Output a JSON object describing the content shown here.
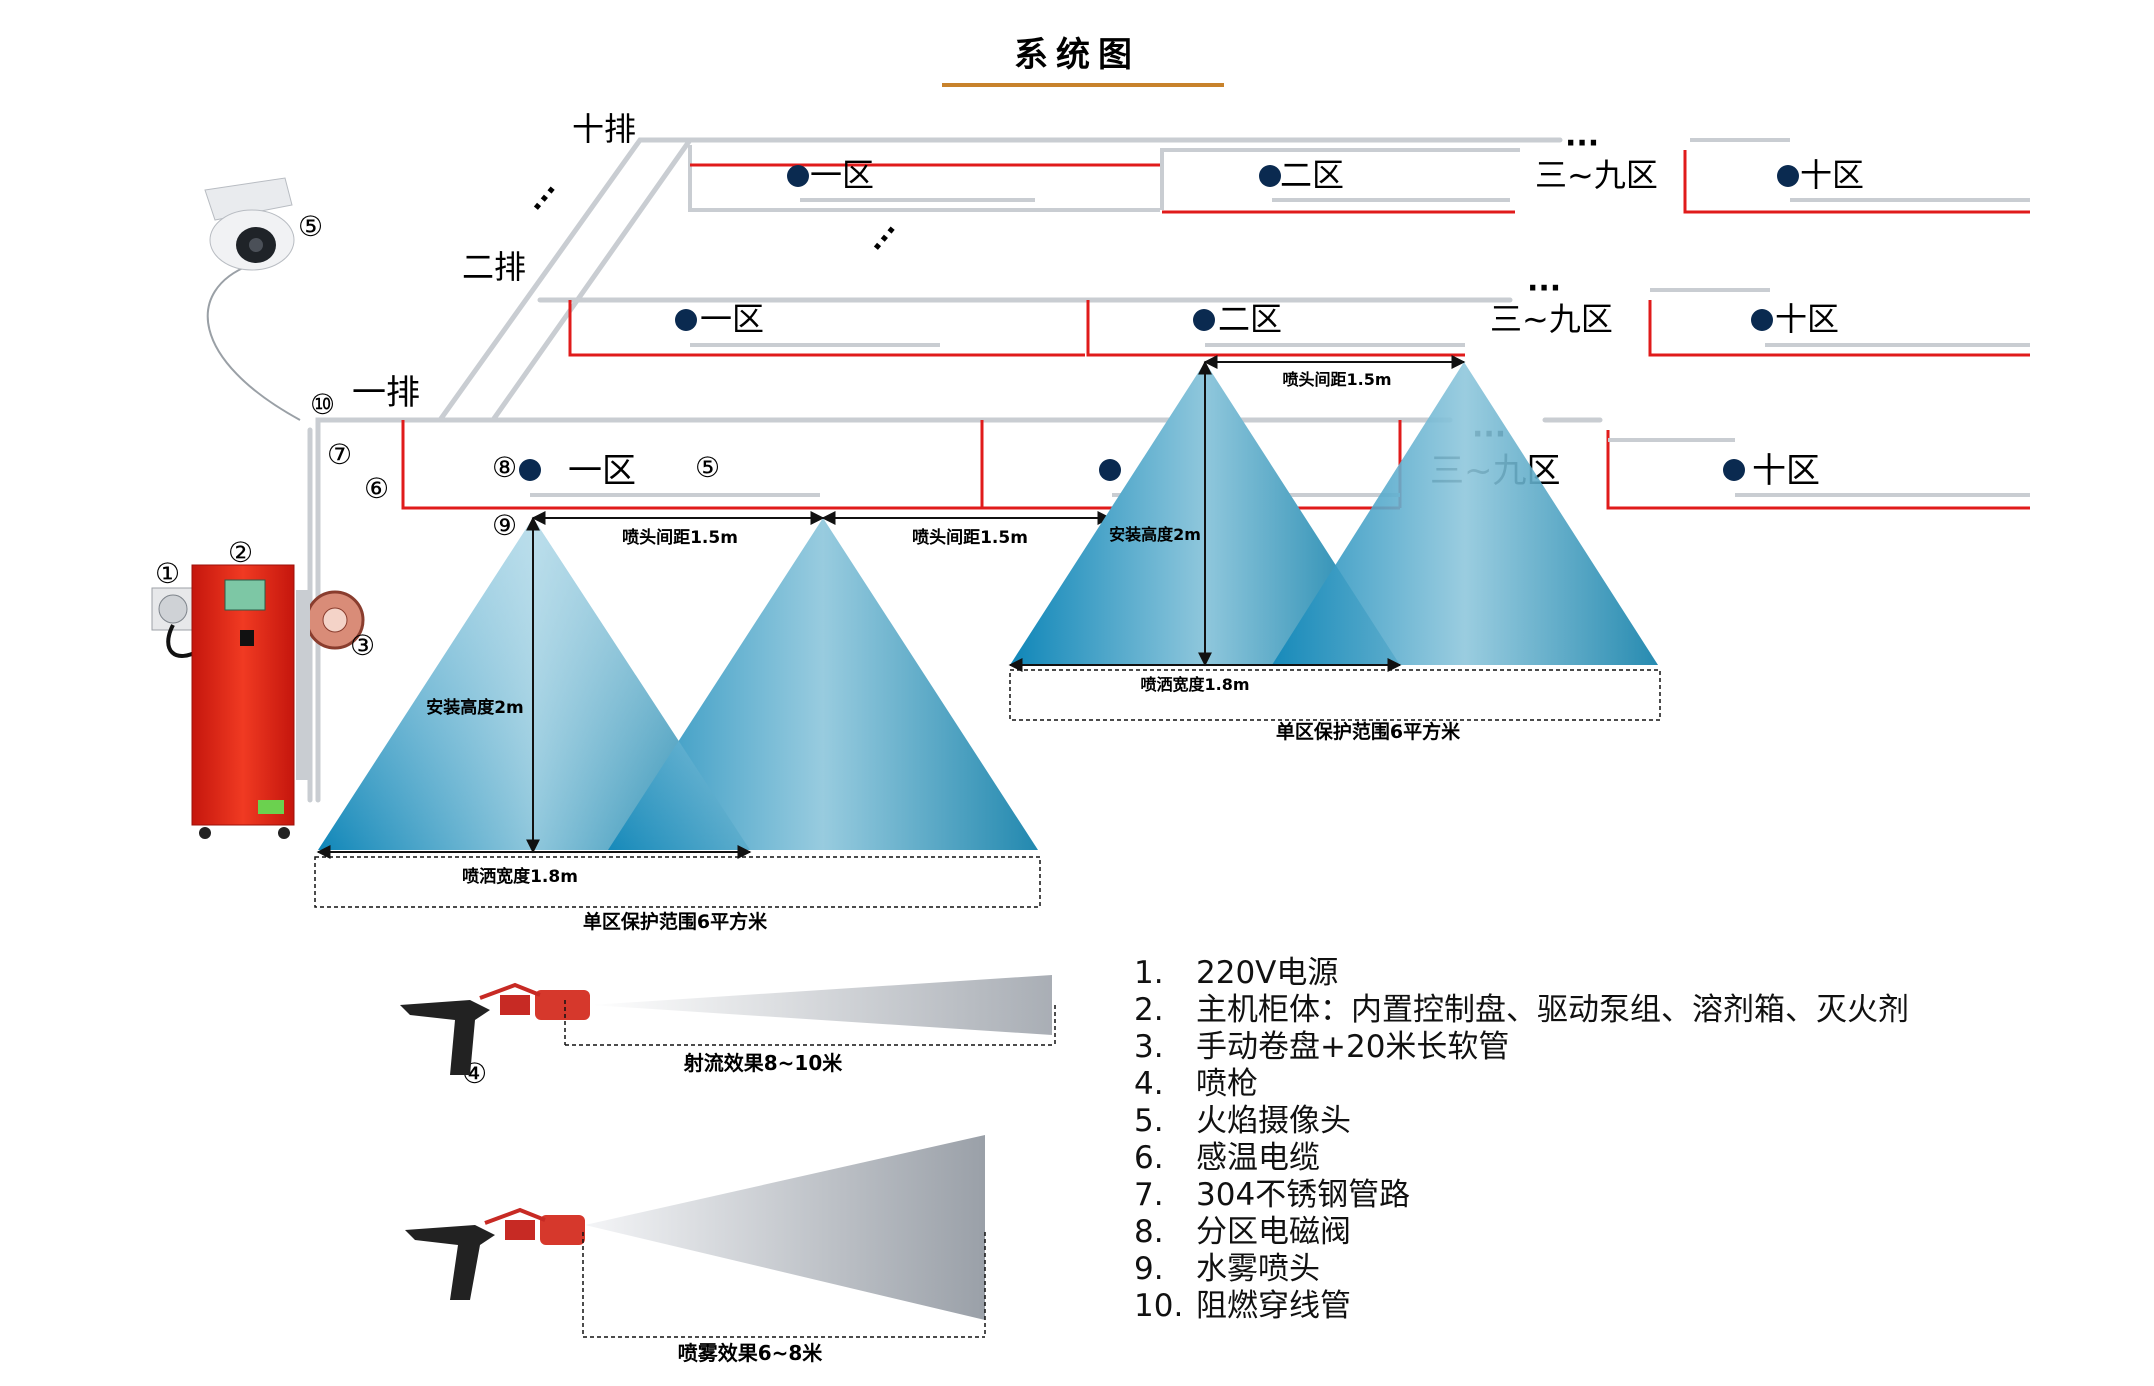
{
  "title": "系统图",
  "colors": {
    "accent_underline": "#c8822b",
    "sensor_cable": "#e01b1b",
    "pipe": "#c9cdd2",
    "cabinet": "#e8281c",
    "spray_cone": "#1689b8"
  },
  "rows": {
    "row1": "一排",
    "row2": "二排",
    "row10": "十排",
    "ellipsis": "···"
  },
  "zones": {
    "z1": "一区",
    "z2": "二区",
    "z3_9": "三~九区",
    "z10": "十区"
  },
  "markers": {
    "m1": "①",
    "m2": "②",
    "m3": "③",
    "m4": "④",
    "m5": "⑤",
    "m6": "⑥",
    "m7": "⑦",
    "m8": "⑧",
    "m9": "⑨",
    "m10": "⑩"
  },
  "dimensions": {
    "nozzle_spacing": "喷头间距1.5m",
    "install_height": "安装高度2m",
    "spray_width": "喷洒宽度1.8m",
    "zone_coverage": "单区保护范围6平方米",
    "jet_effect": "射流效果8~10米",
    "mist_effect": "喷雾效果6~8米"
  },
  "legend": [
    {
      "num": "1.",
      "text": "220V电源"
    },
    {
      "num": "2.",
      "text": "主机柜体：内置控制盘、驱动泵组、溶剂箱、灭火剂"
    },
    {
      "num": "3.",
      "text": "手动卷盘+20米长软管"
    },
    {
      "num": "4.",
      "text": "喷枪"
    },
    {
      "num": "5.",
      "text": "火焰摄像头"
    },
    {
      "num": "6.",
      "text": "感温电缆"
    },
    {
      "num": "7.",
      "text": "304不锈钢管路"
    },
    {
      "num": "8.",
      "text": "分区电磁阀"
    },
    {
      "num": "9.",
      "text": "水雾喷头"
    },
    {
      "num": "10.",
      "text": "阻燃穿线管"
    }
  ]
}
